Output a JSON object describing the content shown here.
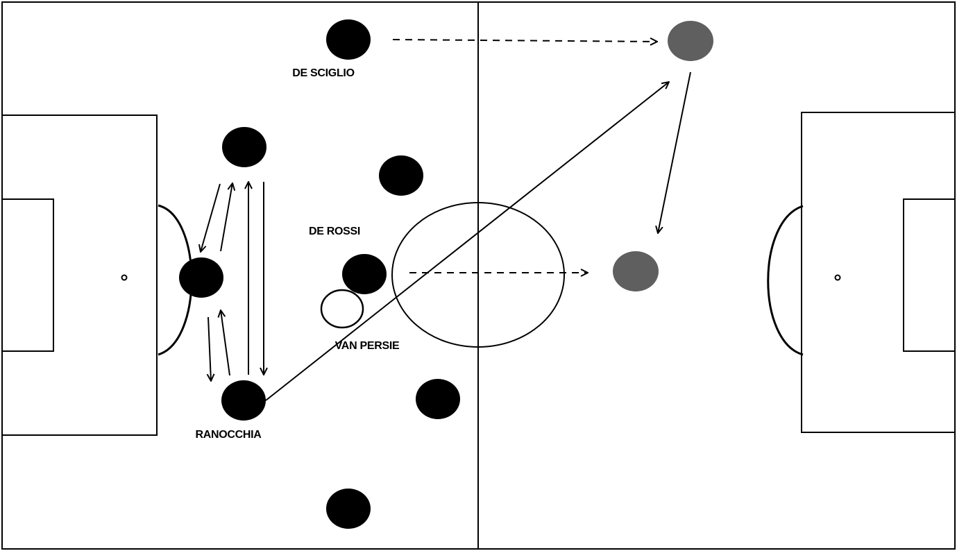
{
  "colors": {
    "pitch": "#ffffff",
    "lines": "#000000",
    "player": "#000000",
    "player_moved": "#5f5f5f",
    "opponent": "#ffffff"
  },
  "labels": {
    "de_sciglio": "DE SCIGLIO",
    "de_rossi": "DE ROSSI",
    "van_persie": "VAN PERSIE",
    "ranocchia": "RANOCCHIA"
  },
  "arrows": {
    "pass": "solid",
    "run": "dashed"
  }
}
